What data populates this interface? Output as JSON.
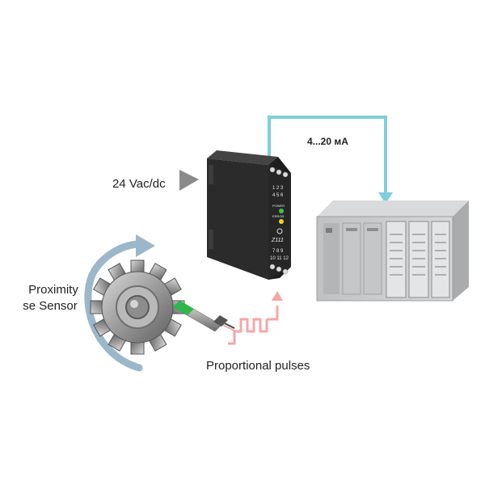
{
  "labels": {
    "supply": "24 Vac/dc",
    "current_signal": "4...20 мА",
    "sensor_line1": "Proximity",
    "sensor_line2": "se Sensor",
    "pulses": "Proportional pulses"
  },
  "module": {
    "model": "Z111",
    "power_label": "POWER",
    "error_label": "ERROR",
    "terminals_top_row1": "1 2 3",
    "terminals_top_row2": "4 5 6",
    "terminals_bottom_row1": "7 8 9",
    "terminals_bottom_row2": "10 11 12"
  },
  "colors": {
    "current_line": "#7fcfdc",
    "pulse_line": "#f4a7a9",
    "rotation_arrow": "#9bb7c9",
    "supply_arrow": "#8a8a8a",
    "module_body": "#2b2b2b",
    "plc_body": "#c9cbcd",
    "power_led": "#3ec34a",
    "error_led": "#f2d22a",
    "sensor_band": "#2fb84a"
  },
  "icons": [
    "gear-icon",
    "proximity-sensor-icon",
    "signal-converter-icon",
    "plc-icon",
    "rotation-arrow-icon",
    "supply-arrow-icon"
  ]
}
